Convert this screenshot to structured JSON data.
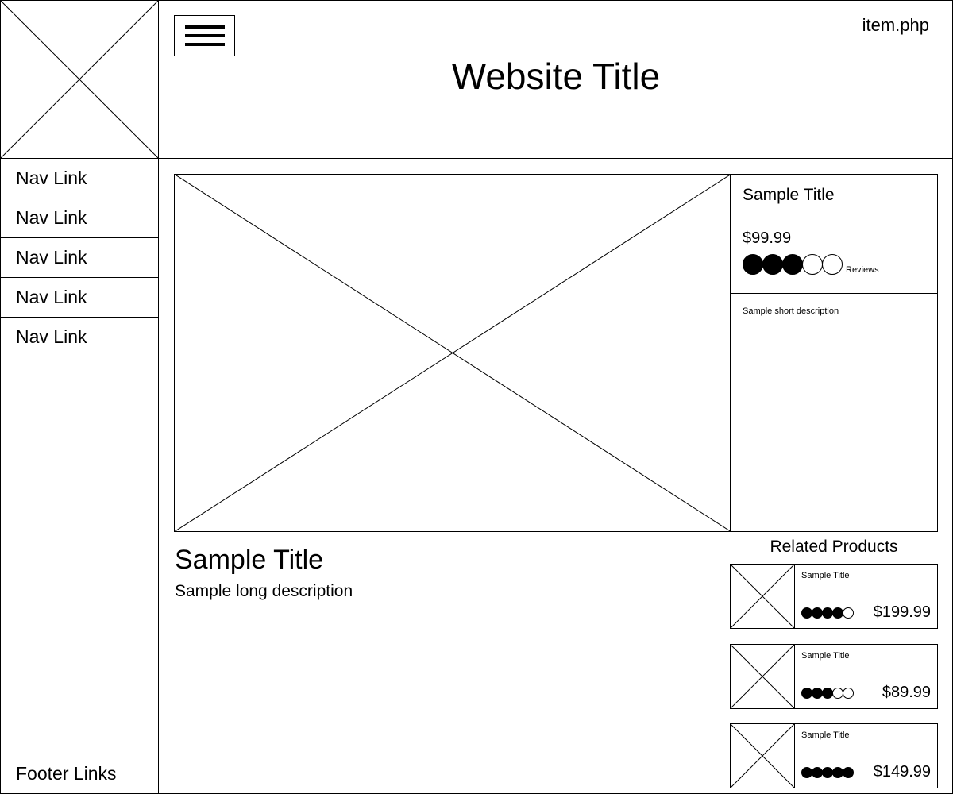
{
  "page_file": "item.php",
  "header": {
    "title": "Website Title",
    "menu_icon": "hamburger-menu-icon",
    "logo": "image-placeholder"
  },
  "sidebar": {
    "nav_links": [
      "Nav Link",
      "Nav Link",
      "Nav Link",
      "Nav Link",
      "Nav Link"
    ],
    "footer_label": "Footer Links"
  },
  "product": {
    "title": "Sample Title",
    "price": "$99.99",
    "rating": {
      "filled": 3,
      "total": 5
    },
    "reviews_label": "Reviews",
    "short_description": "Sample short description",
    "long_description": "Sample long description"
  },
  "related": {
    "heading": "Related Products",
    "items": [
      {
        "title": "Sample Title",
        "price": "$199.99",
        "rating": {
          "filled": 4,
          "total": 5
        }
      },
      {
        "title": "Sample Title",
        "price": "$89.99",
        "rating": {
          "filled": 3,
          "total": 5
        }
      },
      {
        "title": "Sample Title",
        "price": "$149.99",
        "rating": {
          "filled": 5,
          "total": 5
        }
      }
    ]
  }
}
